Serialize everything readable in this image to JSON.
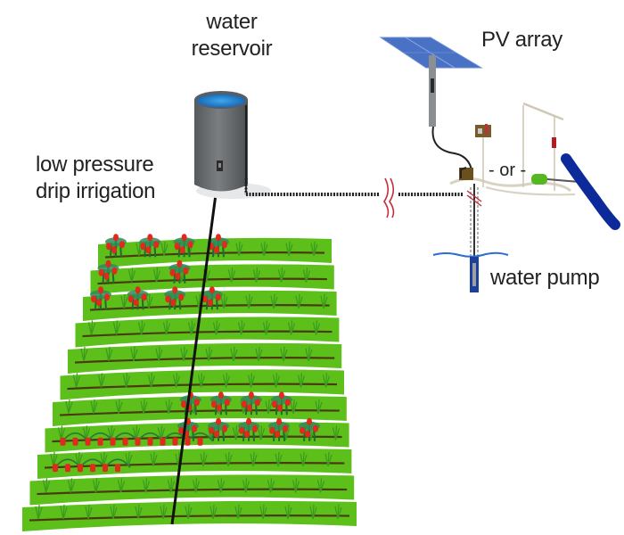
{
  "labels": {
    "water_reservoir": [
      "water",
      "reservoir"
    ],
    "pv_array": "PV array",
    "drip_irrigation": [
      "low pressure",
      "drip irrigation"
    ],
    "water_pump": "water pump",
    "or_separator": "- or -"
  },
  "colors": {
    "field_green": "#5cbf1a",
    "row_gap": "#ffffff",
    "drip_line": "#4a3a12",
    "tank_body": "#666a6d",
    "tank_water": "#1f7fc9",
    "solar_panel": "#4a72c4",
    "pump_blue": "#1b3f9a",
    "river_blue": "#0d2a9a",
    "motor_green": "#55b820",
    "fruit_red": "#e02a1c",
    "break_mark": "#c0303a"
  },
  "field": {
    "rows": 11,
    "planted_rows": [
      {
        "row": 0,
        "plants": "flowering",
        "count": 4
      },
      {
        "row": 1,
        "plants": "flowering",
        "count": 2
      },
      {
        "row": 2,
        "plants": "flowering",
        "count": 4
      },
      {
        "row": 6,
        "plants": "flowering-right",
        "count": 4
      },
      {
        "row": 7,
        "plants": "flowering-right",
        "count": 5
      },
      {
        "row": 7,
        "plants": "vine-left",
        "count": 2
      },
      {
        "row": 8,
        "plants": "vine-left",
        "count": 1
      }
    ]
  }
}
